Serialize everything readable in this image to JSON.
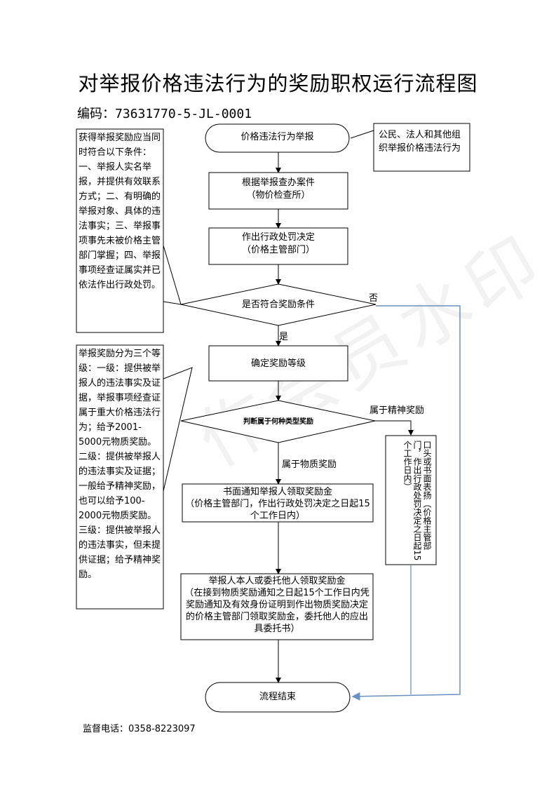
{
  "title": "对举报价格违法行为的奖励职权运行流程图",
  "code": "编码：73631770-5-JL-0001",
  "phone": "监督电话：0358-8223097",
  "watermark": "作会员水印",
  "nodes": {
    "start": "价格违法行为举报",
    "source": "公民、法人和其他组织举报价格违法行为",
    "investigate_1": "根据举报查办案件",
    "investigate_2": "（物价检查所）",
    "decision_1": "作出行政处罚决定",
    "decision_2": "（价格主管部门）",
    "check": "是否符合奖励条件",
    "grade": "确定奖励等级",
    "type": "判断属于何种类型奖励",
    "notify_1": "书面通知举报人领取奖励金",
    "notify_2": "（价格主管部门，作出行政处罚决定之日起15个工作日内）",
    "collect_1": "举报人本人或委托他人领取奖励金",
    "collect_2": "（在接到物质奖励通知之日起15个工作日内凭奖励通知及有效身份证明到作出物质奖励决定的价格主管部门领取奖励金，委托他人的应出具委托书）",
    "spirit": "口头或书面表扬（价格主管部门，作出行政处罚决定之日起15个工作日内）",
    "end": "流程结束"
  },
  "labels": {
    "no": "否",
    "yes": "是",
    "spiritual": "属于精神奖励",
    "material": "属于物质奖励"
  },
  "side_notes": {
    "conditions": "获得举报奖励应当同时符合以下条件：一、举报人实名举报，并提供有效联系方式；二、有明确的举报对象、具体的违法事实；三、举报事项事先未被价格主管部门掌握；四、举报事项经查证属实并已依法作出行政处罚。",
    "levels": "举报奖励分为三个等级：一级：提供被举报人的违法事实及证据，举报事项经查证属于重大价格违法行为；给予2001-5000元物质奖励。二级：提供被举报人的违法事实及证据；一般给予精神奖励，也可以给予100-2000元物质奖励。三级：提供被举报人的违法事实，但未提供证据；给予精神奖励。"
  },
  "colors": {
    "line": "#000000",
    "return_line": "#6a8fc0"
  }
}
